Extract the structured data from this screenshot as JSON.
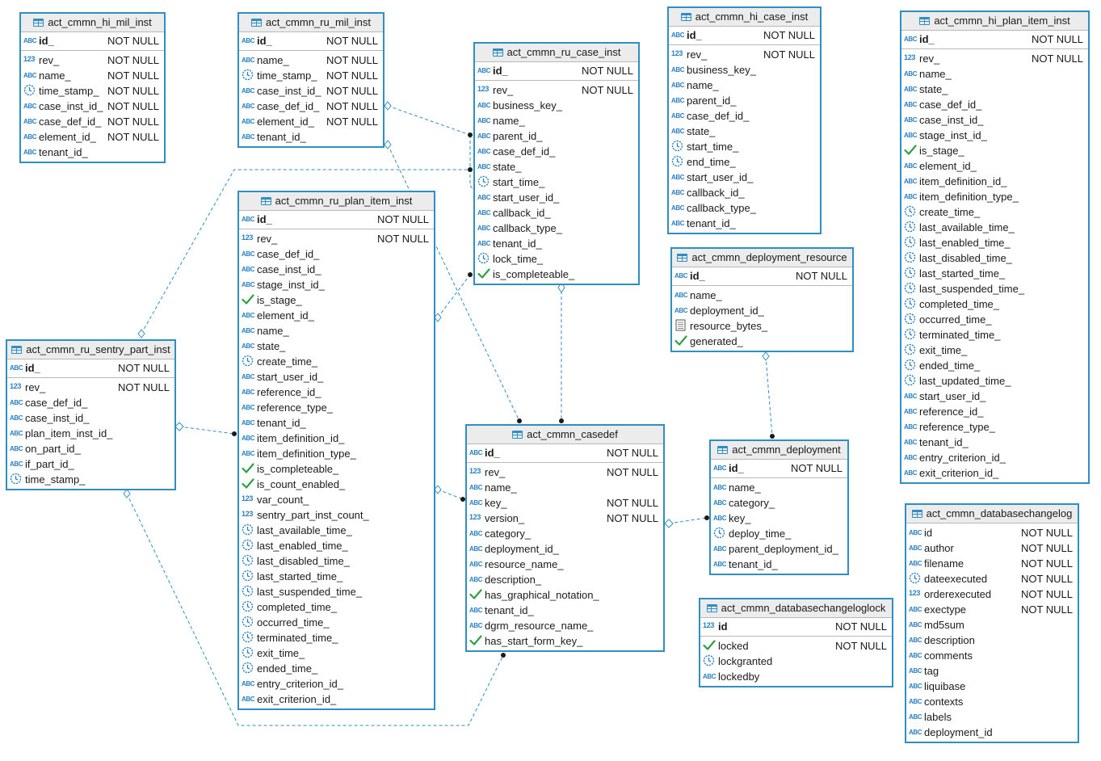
{
  "colors": {
    "accent": "#2f8ec3",
    "header_bg": "#ececec",
    "check": "#2ea043"
  },
  "tables": [
    {
      "id": "t_hi_mil",
      "name": "act_cmmn_hi_mil_inst",
      "columns": [
        {
          "n": "id_",
          "t": "abc",
          "pk": true,
          "nn": "NOT NULL"
        },
        {
          "n": "rev_",
          "t": "num",
          "nn": "NOT NULL"
        },
        {
          "n": "name_",
          "t": "abc",
          "nn": "NOT NULL"
        },
        {
          "n": "time_stamp_",
          "t": "time",
          "nn": "NOT NULL"
        },
        {
          "n": "case_inst_id_",
          "t": "abc",
          "nn": "NOT NULL"
        },
        {
          "n": "case_def_id_",
          "t": "abc",
          "nn": "NOT NULL"
        },
        {
          "n": "element_id_",
          "t": "abc",
          "nn": "NOT NULL"
        },
        {
          "n": "tenant_id_",
          "t": "abc"
        }
      ]
    },
    {
      "id": "t_ru_mil",
      "name": "act_cmmn_ru_mil_inst",
      "columns": [
        {
          "n": "id_",
          "t": "abc",
          "pk": true,
          "nn": "NOT NULL"
        },
        {
          "n": "name_",
          "t": "abc",
          "nn": "NOT NULL"
        },
        {
          "n": "time_stamp_",
          "t": "time",
          "nn": "NOT NULL"
        },
        {
          "n": "case_inst_id_",
          "t": "abc",
          "nn": "NOT NULL"
        },
        {
          "n": "case_def_id_",
          "t": "abc",
          "nn": "NOT NULL"
        },
        {
          "n": "element_id_",
          "t": "abc",
          "nn": "NOT NULL"
        },
        {
          "n": "tenant_id_",
          "t": "abc"
        }
      ]
    },
    {
      "id": "t_ru_case",
      "name": "act_cmmn_ru_case_inst",
      "columns": [
        {
          "n": "id_",
          "t": "abc",
          "pk": true,
          "nn": "NOT NULL"
        },
        {
          "n": "rev_",
          "t": "num",
          "nn": "NOT NULL"
        },
        {
          "n": "business_key_",
          "t": "abc"
        },
        {
          "n": "name_",
          "t": "abc"
        },
        {
          "n": "parent_id_",
          "t": "abc"
        },
        {
          "n": "case_def_id_",
          "t": "abc"
        },
        {
          "n": "state_",
          "t": "abc"
        },
        {
          "n": "start_time_",
          "t": "time"
        },
        {
          "n": "start_user_id_",
          "t": "abc"
        },
        {
          "n": "callback_id_",
          "t": "abc"
        },
        {
          "n": "callback_type_",
          "t": "abc"
        },
        {
          "n": "tenant_id_",
          "t": "abc"
        },
        {
          "n": "lock_time_",
          "t": "time"
        },
        {
          "n": "is_completeable_",
          "t": "bool"
        }
      ]
    },
    {
      "id": "t_hi_case",
      "name": "act_cmmn_hi_case_inst",
      "columns": [
        {
          "n": "id_",
          "t": "abc",
          "pk": true,
          "nn": "NOT NULL"
        },
        {
          "n": "rev_",
          "t": "num",
          "nn": "NOT NULL"
        },
        {
          "n": "business_key_",
          "t": "abc"
        },
        {
          "n": "name_",
          "t": "abc"
        },
        {
          "n": "parent_id_",
          "t": "abc"
        },
        {
          "n": "case_def_id_",
          "t": "abc"
        },
        {
          "n": "state_",
          "t": "abc"
        },
        {
          "n": "start_time_",
          "t": "time"
        },
        {
          "n": "end_time_",
          "t": "time"
        },
        {
          "n": "start_user_id_",
          "t": "abc"
        },
        {
          "n": "callback_id_",
          "t": "abc"
        },
        {
          "n": "callback_type_",
          "t": "abc"
        },
        {
          "n": "tenant_id_",
          "t": "abc"
        }
      ]
    },
    {
      "id": "t_hi_plan",
      "name": "act_cmmn_hi_plan_item_inst",
      "columns": [
        {
          "n": "id_",
          "t": "abc",
          "pk": true,
          "nn": "NOT NULL"
        },
        {
          "n": "rev_",
          "t": "num",
          "nn": "NOT NULL"
        },
        {
          "n": "name_",
          "t": "abc"
        },
        {
          "n": "state_",
          "t": "abc"
        },
        {
          "n": "case_def_id_",
          "t": "abc"
        },
        {
          "n": "case_inst_id_",
          "t": "abc"
        },
        {
          "n": "stage_inst_id_",
          "t": "abc"
        },
        {
          "n": "is_stage_",
          "t": "bool"
        },
        {
          "n": "element_id_",
          "t": "abc"
        },
        {
          "n": "item_definition_id_",
          "t": "abc"
        },
        {
          "n": "item_definition_type_",
          "t": "abc"
        },
        {
          "n": "create_time_",
          "t": "time"
        },
        {
          "n": "last_available_time_",
          "t": "time"
        },
        {
          "n": "last_enabled_time_",
          "t": "time"
        },
        {
          "n": "last_disabled_time_",
          "t": "time"
        },
        {
          "n": "last_started_time_",
          "t": "time"
        },
        {
          "n": "last_suspended_time_",
          "t": "time"
        },
        {
          "n": "completed_time_",
          "t": "time"
        },
        {
          "n": "occurred_time_",
          "t": "time"
        },
        {
          "n": "terminated_time_",
          "t": "time"
        },
        {
          "n": "exit_time_",
          "t": "time"
        },
        {
          "n": "ended_time_",
          "t": "time"
        },
        {
          "n": "last_updated_time_",
          "t": "time"
        },
        {
          "n": "start_user_id_",
          "t": "abc"
        },
        {
          "n": "reference_id_",
          "t": "abc"
        },
        {
          "n": "reference_type_",
          "t": "abc"
        },
        {
          "n": "tenant_id_",
          "t": "abc"
        },
        {
          "n": "entry_criterion_id_",
          "t": "abc"
        },
        {
          "n": "exit_criterion_id_",
          "t": "abc"
        }
      ]
    },
    {
      "id": "t_ru_plan",
      "name": "act_cmmn_ru_plan_item_inst",
      "columns": [
        {
          "n": "id_",
          "t": "abc",
          "pk": true,
          "nn": "NOT NULL"
        },
        {
          "n": "rev_",
          "t": "num",
          "nn": "NOT NULL"
        },
        {
          "n": "case_def_id_",
          "t": "abc"
        },
        {
          "n": "case_inst_id_",
          "t": "abc"
        },
        {
          "n": "stage_inst_id_",
          "t": "abc"
        },
        {
          "n": "is_stage_",
          "t": "bool"
        },
        {
          "n": "element_id_",
          "t": "abc"
        },
        {
          "n": "name_",
          "t": "abc"
        },
        {
          "n": "state_",
          "t": "abc"
        },
        {
          "n": "create_time_",
          "t": "time"
        },
        {
          "n": "start_user_id_",
          "t": "abc"
        },
        {
          "n": "reference_id_",
          "t": "abc"
        },
        {
          "n": "reference_type_",
          "t": "abc"
        },
        {
          "n": "tenant_id_",
          "t": "abc"
        },
        {
          "n": "item_definition_id_",
          "t": "abc"
        },
        {
          "n": "item_definition_type_",
          "t": "abc"
        },
        {
          "n": "is_completeable_",
          "t": "bool"
        },
        {
          "n": "is_count_enabled_",
          "t": "bool"
        },
        {
          "n": "var_count_",
          "t": "num"
        },
        {
          "n": "sentry_part_inst_count_",
          "t": "num"
        },
        {
          "n": "last_available_time_",
          "t": "time"
        },
        {
          "n": "last_enabled_time_",
          "t": "time"
        },
        {
          "n": "last_disabled_time_",
          "t": "time"
        },
        {
          "n": "last_started_time_",
          "t": "time"
        },
        {
          "n": "last_suspended_time_",
          "t": "time"
        },
        {
          "n": "completed_time_",
          "t": "time"
        },
        {
          "n": "occurred_time_",
          "t": "time"
        },
        {
          "n": "terminated_time_",
          "t": "time"
        },
        {
          "n": "exit_time_",
          "t": "time"
        },
        {
          "n": "ended_time_",
          "t": "time"
        },
        {
          "n": "entry_criterion_id_",
          "t": "abc"
        },
        {
          "n": "exit_criterion_id_",
          "t": "abc"
        }
      ]
    },
    {
      "id": "t_sentry",
      "name": "act_cmmn_ru_sentry_part_inst",
      "columns": [
        {
          "n": "id_",
          "t": "abc",
          "pk": true,
          "nn": "NOT NULL"
        },
        {
          "n": "rev_",
          "t": "num",
          "nn": "NOT NULL"
        },
        {
          "n": "case_def_id_",
          "t": "abc"
        },
        {
          "n": "case_inst_id_",
          "t": "abc"
        },
        {
          "n": "plan_item_inst_id_",
          "t": "abc"
        },
        {
          "n": "on_part_id_",
          "t": "abc"
        },
        {
          "n": "if_part_id_",
          "t": "abc"
        },
        {
          "n": "time_stamp_",
          "t": "time"
        }
      ]
    },
    {
      "id": "t_casedef",
      "name": "act_cmmn_casedef",
      "columns": [
        {
          "n": "id_",
          "t": "abc",
          "pk": true,
          "nn": "NOT NULL"
        },
        {
          "n": "rev_",
          "t": "num",
          "nn": "NOT NULL"
        },
        {
          "n": "name_",
          "t": "abc"
        },
        {
          "n": "key_",
          "t": "abc",
          "nn": "NOT NULL"
        },
        {
          "n": "version_",
          "t": "num",
          "nn": "NOT NULL"
        },
        {
          "n": "category_",
          "t": "abc"
        },
        {
          "n": "deployment_id_",
          "t": "abc"
        },
        {
          "n": "resource_name_",
          "t": "abc"
        },
        {
          "n": "description_",
          "t": "abc"
        },
        {
          "n": "has_graphical_notation_",
          "t": "bool"
        },
        {
          "n": "tenant_id_",
          "t": "abc"
        },
        {
          "n": "dgrm_resource_name_",
          "t": "abc"
        },
        {
          "n": "has_start_form_key_",
          "t": "bool"
        }
      ]
    },
    {
      "id": "t_dep_res",
      "name": "act_cmmn_deployment_resource",
      "columns": [
        {
          "n": "id_",
          "t": "abc",
          "pk": true,
          "nn": "NOT NULL"
        },
        {
          "n": "name_",
          "t": "abc"
        },
        {
          "n": "deployment_id_",
          "t": "abc"
        },
        {
          "n": "resource_bytes_",
          "t": "blob"
        },
        {
          "n": "generated_",
          "t": "bool"
        }
      ]
    },
    {
      "id": "t_dep",
      "name": "act_cmmn_deployment",
      "columns": [
        {
          "n": "id_",
          "t": "abc",
          "pk": true,
          "nn": "NOT NULL"
        },
        {
          "n": "name_",
          "t": "abc"
        },
        {
          "n": "category_",
          "t": "abc"
        },
        {
          "n": "key_",
          "t": "abc"
        },
        {
          "n": "deploy_time_",
          "t": "time"
        },
        {
          "n": "parent_deployment_id_",
          "t": "abc"
        },
        {
          "n": "tenant_id_",
          "t": "abc"
        }
      ]
    },
    {
      "id": "t_lock",
      "name": "act_cmmn_databasechangeloglock",
      "columns": [
        {
          "n": "id",
          "t": "num",
          "pk": true,
          "nn": "NOT NULL"
        },
        {
          "n": "locked",
          "t": "bool",
          "nn": "NOT NULL"
        },
        {
          "n": "lockgranted",
          "t": "time"
        },
        {
          "n": "lockedby",
          "t": "abc"
        }
      ]
    },
    {
      "id": "t_log",
      "name": "act_cmmn_databasechangelog",
      "columns": [
        {
          "n": "id",
          "t": "abc",
          "nn": "NOT NULL"
        },
        {
          "n": "author",
          "t": "abc",
          "nn": "NOT NULL"
        },
        {
          "n": "filename",
          "t": "abc",
          "nn": "NOT NULL"
        },
        {
          "n": "dateexecuted",
          "t": "time",
          "nn": "NOT NULL"
        },
        {
          "n": "orderexecuted",
          "t": "num",
          "nn": "NOT NULL"
        },
        {
          "n": "exectype",
          "t": "abc",
          "nn": "NOT NULL"
        },
        {
          "n": "md5sum",
          "t": "abc"
        },
        {
          "n": "description",
          "t": "abc"
        },
        {
          "n": "comments",
          "t": "abc"
        },
        {
          "n": "tag",
          "t": "abc"
        },
        {
          "n": "liquibase",
          "t": "abc"
        },
        {
          "n": "contexts",
          "t": "abc"
        },
        {
          "n": "labels",
          "t": "abc"
        },
        {
          "n": "deployment_id",
          "t": "abc"
        }
      ]
    }
  ]
}
